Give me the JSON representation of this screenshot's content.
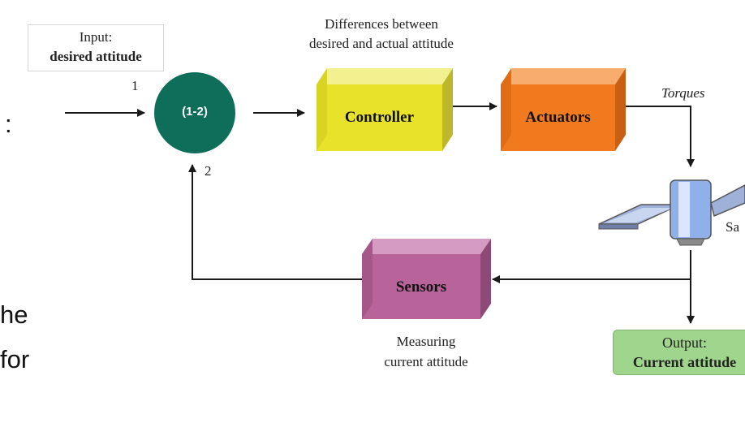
{
  "side_text": {
    "line1": ":",
    "line2": "he",
    "line3": "for"
  },
  "input": {
    "line1": "Input:",
    "line2": "desired attitude"
  },
  "labels": {
    "input_number": "1",
    "feedback_number": "2",
    "differences_line1": "Differences between",
    "differences_line2": "desired and actual attitude",
    "torques": "Torques",
    "measuring_line1": "Measuring",
    "measuring_line2": "current attitude",
    "satellite_partial": "Sa"
  },
  "blocks": {
    "comparator": "(1-2)",
    "controller": "Controller",
    "actuators": "Actuators",
    "sensors": "Sensors"
  },
  "output": {
    "line1": "Output:",
    "line2": "Current attitude"
  },
  "colors": {
    "comparator": "#0f6e5a",
    "controller": "#e8e32a",
    "actuators": "#f07a1d",
    "sensors": "#b8649a",
    "output": "#9fd58c"
  }
}
